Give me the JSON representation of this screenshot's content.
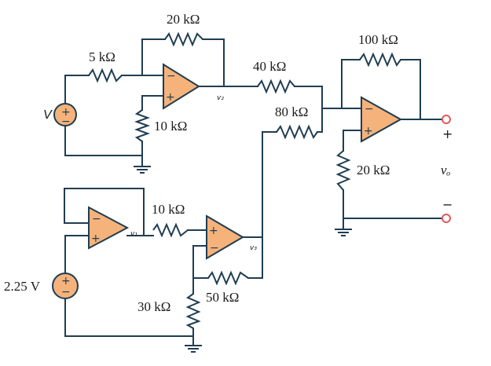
{
  "resistors": {
    "r_20k": "20 kΩ",
    "r_5k": "5 kΩ",
    "r_10k_top": "10 kΩ",
    "r_40k": "40 kΩ",
    "r_100k": "100 kΩ",
    "r_80k": "80 kΩ",
    "r_20k_out": "20 kΩ",
    "r_10k_mid": "10 kΩ",
    "r_30k": "30 kΩ",
    "r_50k": "50 kΩ"
  },
  "nodes": {
    "v2": "v₂",
    "v1": "v₁",
    "v3": "v₃",
    "vo": "vₒ"
  },
  "sources": {
    "source_v": "V",
    "source_225": "2.25 V"
  },
  "signs": {
    "plus": "+",
    "minus": "−"
  },
  "colors": {
    "wire": "#1f3d52",
    "component_fill": "#f5b27a",
    "terminal": "#e05a5a"
  }
}
